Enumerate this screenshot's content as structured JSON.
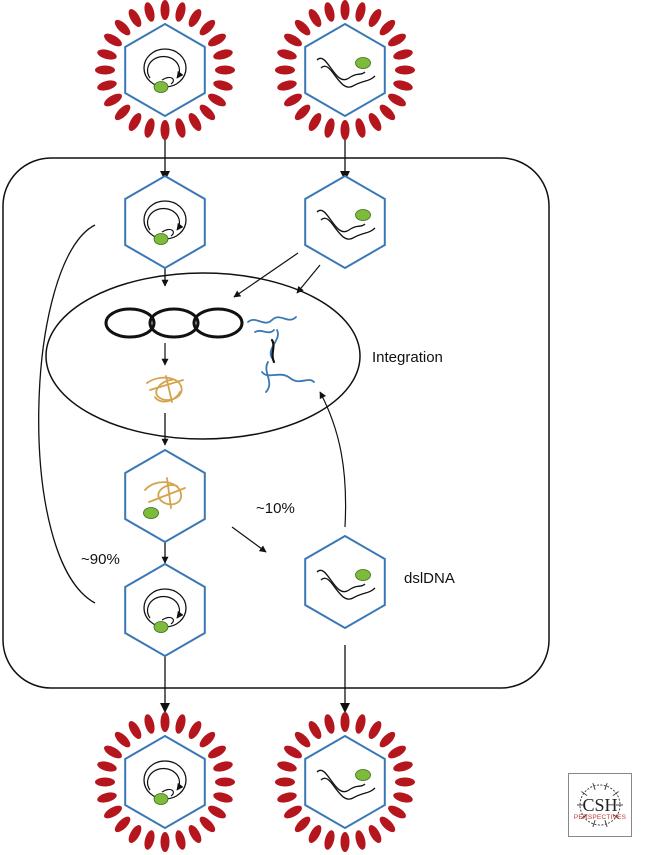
{
  "labels": {
    "integration": "Integration",
    "pct_90": "~90%",
    "pct_10": "~10%",
    "dsldna": "dslDNA"
  },
  "logo": {
    "main": "CSH",
    "sub": "PERSPECTIVES"
  },
  "colors": {
    "capsid_outline": "#3a78b5",
    "envelope_spike": "#b5161d",
    "polymerase": "#7dbb3c",
    "cccdna_minichromosome": "#d4a44c",
    "host_dna": "#3a78b5",
    "line": "#111111"
  }
}
